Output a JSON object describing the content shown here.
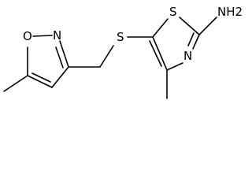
{
  "molecule": {
    "atoms": {
      "isoxazole_oxygen": "O",
      "isoxazole_nitrogen": "N",
      "thioether_sulfur": "S",
      "thiazole_sulfur": "S",
      "thiazole_nitrogen": "N",
      "amine": "NH2"
    }
  }
}
